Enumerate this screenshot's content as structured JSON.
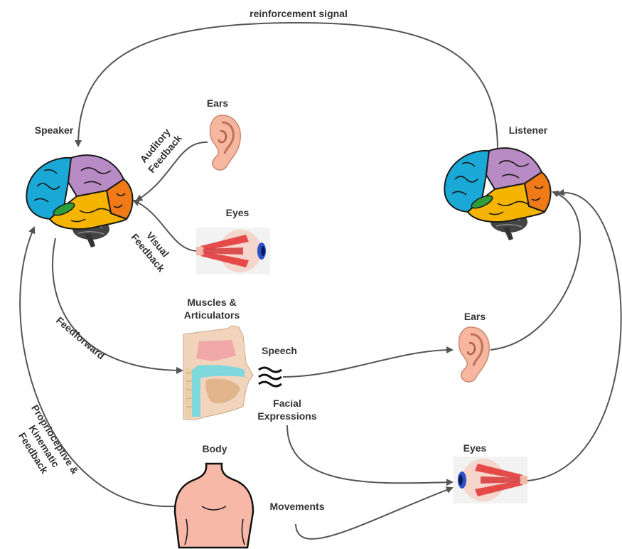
{
  "labels": {
    "reinforcement": "reinforcement signal",
    "speaker": "Speaker",
    "listener": "Listener",
    "ears_top": "Ears",
    "auditory_feedback_1": "Auditory",
    "auditory_feedback_2": "Feedback",
    "eyes_top": "Eyes",
    "visual_feedback_1": "Visual",
    "visual_feedback_2": "Feedback",
    "muscles_1": "Muscles &",
    "muscles_2": "Articulators",
    "feedforward": "Feedforward",
    "speech": "Speech",
    "ears_right": "Ears",
    "facial_1": "Facial",
    "facial_2": "Expressions",
    "eyes_right": "Eyes",
    "body": "Body",
    "movements": "Movements",
    "proprio_1": "Proprioceptive &",
    "proprio_2": "Kinematic",
    "proprio_3": "Feedback"
  },
  "colors": {
    "frontal_lobe": "#1aa9d6",
    "parietal_lobe": "#b98bc5",
    "temporal_lobe": "#f5b400",
    "occipital_lobe": "#f07a16",
    "insula": "#2e9e3a",
    "cerebellum": "#444444",
    "skin": "#f6b6a0",
    "eye_muscle": "#e23030",
    "iris": "#2a52c9",
    "airway": "#7fd8dc",
    "arrow": "#555555"
  },
  "icons": [
    "brain-icon",
    "ear-icon",
    "eye-icon",
    "head-section-icon",
    "torso-icon",
    "sound-waves-icon"
  ]
}
